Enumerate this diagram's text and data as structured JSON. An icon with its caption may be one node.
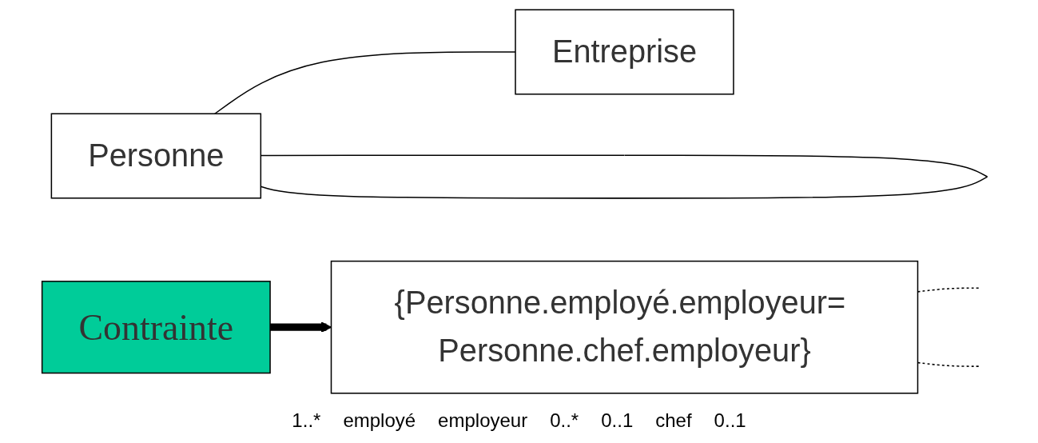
{
  "diagram": {
    "nodes": [
      {
        "text": [
          "Personne"
        ]
      },
      {
        "text": [
          "Entreprise"
        ]
      },
      {
        "text": [
          "{Personne.employé.employeur= Personne.chef.employeur}"
        ]
      },
      {
        "text": [
          "Contrainte"
        ]
      }
    ],
    "edges": [
      {
        "from": 0,
        "to": 1,
        "arrow": "none"
      },
      {
        "from": 0,
        "to": 0,
        "arrow": "none"
      },
      {
        "from": 2,
        "to": null,
        "arrow": "none",
        "style": "dashed"
      },
      {
        "from": 2,
        "to": null,
        "arrow": "none",
        "style": "dashed"
      },
      {
        "from": 3,
        "to": 2,
        "arrow": "to",
        "style": "thick"
      }
    ],
    "labels": [
      "1..*",
      "employé",
      "employeur",
      "0..*",
      "0..1",
      "chef",
      "0..1"
    ]
  }
}
